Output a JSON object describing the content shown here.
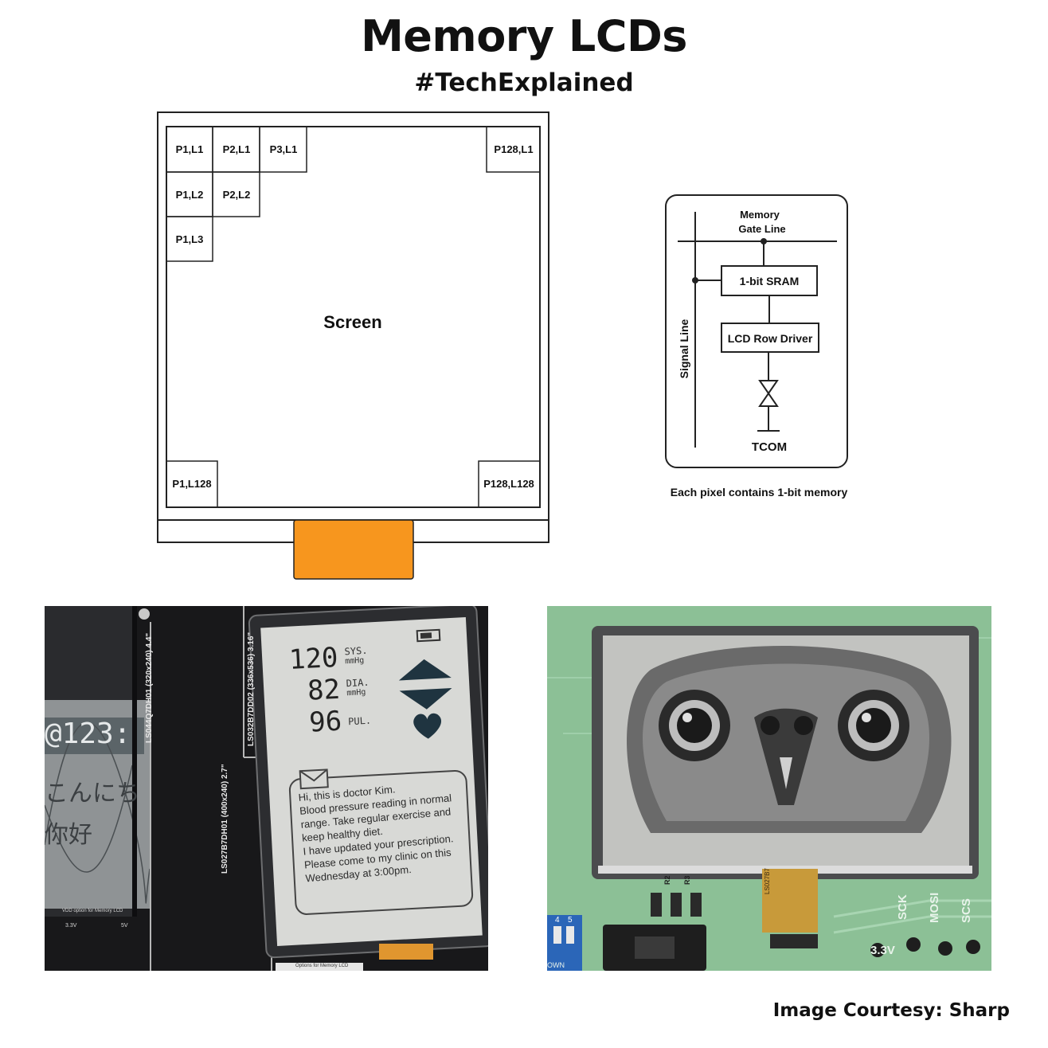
{
  "header": {
    "title": "Memory LCDs",
    "subtitle": "#TechExplained"
  },
  "screen_diagram": {
    "center_label": "Screen",
    "pixel_labels": [
      "P1,L1",
      "P2,L1",
      "P3,L1",
      "P128,L1",
      "P1,L2",
      "P2,L2",
      "P1,L3",
      "P1,L128",
      "P128,L128"
    ],
    "connector_color": "#F7961E"
  },
  "circuit": {
    "gate_line_label_1": "Memory",
    "gate_line_label_2": "Gate Line",
    "sram_label": "1-bit SRAM",
    "driver_label": "LCD Row Driver",
    "signal_line_label": "Signal Line",
    "tcom_label": "TCOM",
    "caption": "Each pixel contains 1-bit memory"
  },
  "photo_left": {
    "side_labels": [
      "LS044Q7DH01 (320x240) 4.4\"",
      "LS027B7DH01 (400x240) 2.7\"",
      "LS032B7DD02 (336x536) 3.16\""
    ],
    "clock_text": "@123:",
    "jp_text": "こんにち",
    "cn_text": "你好",
    "readings": [
      {
        "value": "120",
        "label": "SYS.",
        "unit": "mmHg"
      },
      {
        "value": "82",
        "label": "DIA.",
        "unit": "mmHg"
      },
      {
        "value": "96",
        "label": "PUL.",
        "unit": ""
      }
    ],
    "message_lines": [
      "Hi, this is doctor Kim.",
      "Blood pressure reading in normal",
      "range. Take regular exercise and",
      "keep healthy diet.",
      "I have updated your prescription.",
      "Please come to my clinic on this",
      "Wednesday at 3:00pm."
    ],
    "board_texts": [
      "VDD option for Memory LCD",
      "5V",
      "3.3V",
      "Options for Memory LCD"
    ]
  },
  "photo_right": {
    "pin_labels": [
      "SCK",
      "MOSI",
      "SCS"
    ],
    "voltage_label": "3.3V",
    "resistor_labels": [
      "R2",
      "R3"
    ],
    "switch_labels": [
      "4",
      "5"
    ],
    "flex_label": "LS027B7",
    "side_label": "OWN"
  },
  "footer": {
    "courtesy": "Image Courtesy: Sharp"
  }
}
